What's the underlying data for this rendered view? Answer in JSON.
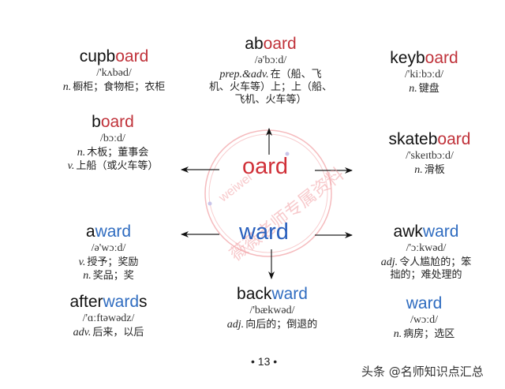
{
  "center": {
    "oard": "oard",
    "ward": "ward",
    "oard_color": "#d03038",
    "ward_color": "#2a60bd"
  },
  "stamp": {
    "text_cn": "薇薇老师专属资料",
    "text_en": "weiwei",
    "color": "#f2a0a4"
  },
  "entries": [
    {
      "id": "cupboard",
      "prefix": "cupb",
      "root": "oard",
      "suffix": "",
      "root_color": "red",
      "ipa": "/'kʌbəd/",
      "defs": [
        {
          "pos": "n.",
          "text": "橱柜；食物柜；衣柜"
        }
      ]
    },
    {
      "id": "board",
      "prefix": "b",
      "root": "oard",
      "suffix": "",
      "root_color": "red",
      "ipa": "/bɔːd/",
      "defs": [
        {
          "pos": "n.",
          "text": "木板；董事会"
        },
        {
          "pos": "v.",
          "text": "上船（或火车等）"
        }
      ]
    },
    {
      "id": "aboard",
      "prefix": "ab",
      "root": "oard",
      "suffix": "",
      "root_color": "red",
      "ipa": "/ə'bɔːd/",
      "defs": [
        {
          "pos": "prep.&adv.",
          "text": "在（船、飞"
        },
        {
          "pos": "",
          "text": "机、火车等）上；上（船、"
        },
        {
          "pos": "",
          "text": "飞机、火车等）"
        }
      ]
    },
    {
      "id": "keyboard",
      "prefix": "keyb",
      "root": "oard",
      "suffix": "",
      "root_color": "red",
      "ipa": "/'kiːbɔːd/",
      "defs": [
        {
          "pos": "n.",
          "text": "键盘"
        }
      ]
    },
    {
      "id": "skateboard",
      "prefix": "skateb",
      "root": "oard",
      "suffix": "",
      "root_color": "red",
      "ipa": "/'skeɪtbɔːd/",
      "defs": [
        {
          "pos": "n.",
          "text": "滑板"
        }
      ]
    },
    {
      "id": "award",
      "prefix": "a",
      "root": "ward",
      "suffix": "",
      "root_color": "blue",
      "ipa": "/ə'wɔːd/",
      "defs": [
        {
          "pos": "v.",
          "text": "授予；奖励"
        },
        {
          "pos": "n.",
          "text": "奖品；奖"
        }
      ]
    },
    {
      "id": "afterwards",
      "prefix": "after",
      "root": "ward",
      "suffix": "s",
      "root_color": "blue",
      "ipa": "/'ɑːftəwədz/",
      "defs": [
        {
          "pos": "adv.",
          "text": "后来，以后"
        }
      ]
    },
    {
      "id": "backward",
      "prefix": "back",
      "root": "ward",
      "suffix": "",
      "root_color": "blue",
      "ipa": "/'bækwəd/",
      "defs": [
        {
          "pos": "adj.",
          "text": "向后的；倒退的"
        }
      ]
    },
    {
      "id": "awkward",
      "prefix": "awk",
      "root": "ward",
      "suffix": "",
      "root_color": "blue",
      "ipa": "/'ɔːkwəd/",
      "defs": [
        {
          "pos": "adj.",
          "text": "令人尴尬的；笨"
        },
        {
          "pos": "",
          "text": "拙的；难处理的"
        }
      ]
    },
    {
      "id": "ward",
      "prefix": "",
      "root": "ward",
      "suffix": "",
      "root_color": "blue",
      "ipa": "/wɔːd/",
      "defs": [
        {
          "pos": "n.",
          "text": "病房；选区"
        }
      ]
    }
  ],
  "footer": {
    "page_number": "• 13 •",
    "watermark": "头条 @名师知识点汇总"
  }
}
